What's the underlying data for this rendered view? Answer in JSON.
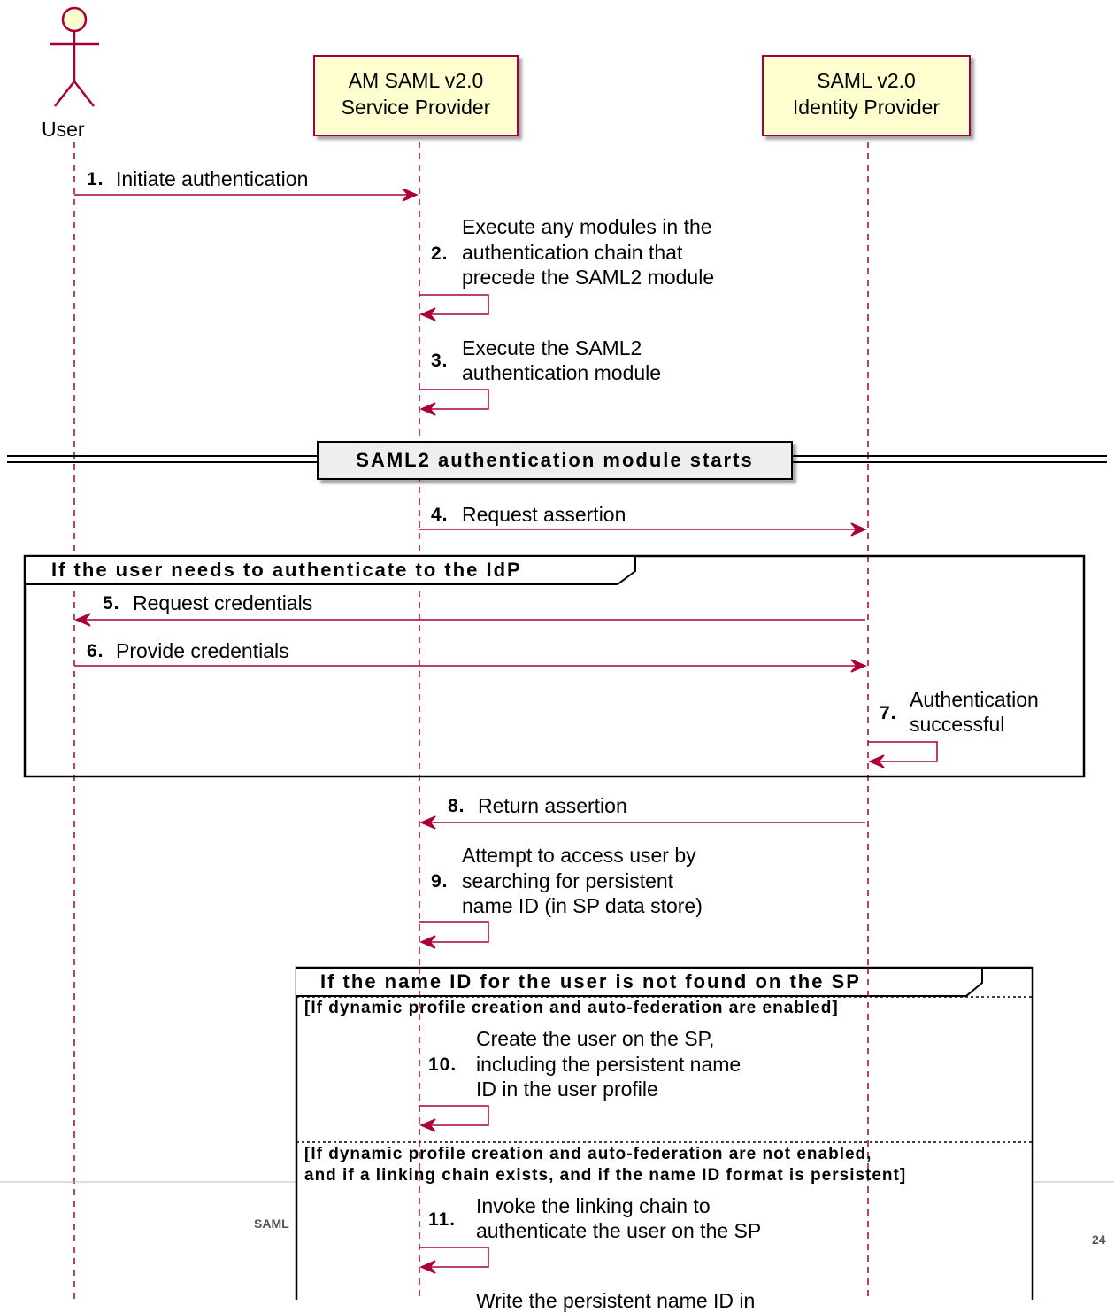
{
  "participants": {
    "user": "User",
    "sp": [
      "AM SAML v2.0",
      "Service Provider"
    ],
    "idp": [
      "SAML v2.0",
      "Identity Provider"
    ]
  },
  "messages": [
    {
      "num": "1.",
      "lines": [
        "Initiate authentication"
      ]
    },
    {
      "num": "2.",
      "lines": [
        "Execute any modules in the",
        "authentication chain that",
        "precede the SAML2 module"
      ]
    },
    {
      "num": "3.",
      "lines": [
        "Execute the SAML2",
        "authentication module"
      ]
    },
    {
      "num": "4.",
      "lines": [
        "Request assertion"
      ]
    },
    {
      "num": "5.",
      "lines": [
        "Request credentials"
      ]
    },
    {
      "num": "6.",
      "lines": [
        "Provide credentials"
      ]
    },
    {
      "num": "7.",
      "lines": [
        "Authentication",
        "successful"
      ]
    },
    {
      "num": "8.",
      "lines": [
        "Return assertion"
      ]
    },
    {
      "num": "9.",
      "lines": [
        "Attempt to access user by",
        "searching for persistent",
        "name ID (in SP data store)"
      ]
    },
    {
      "num": "10.",
      "lines": [
        "Create the user on the SP,",
        "including the persistent name",
        "ID in the user profile"
      ]
    },
    {
      "num": "11.",
      "lines": [
        "Invoke the linking chain to",
        "authenticate the user on the SP"
      ]
    },
    {
      "num": "",
      "lines": [
        "Write the persistent name ID in"
      ]
    }
  ],
  "divider": "SAML2 authentication module starts",
  "frames": {
    "idp_auth": {
      "title": "If the user needs to authenticate to the IdP"
    },
    "name_id": {
      "title": "If the name ID for the user is not found on the SP",
      "guard1": "[If dynamic profile creation and auto-federation are enabled]",
      "guard2": [
        "[If dynamic profile creation and auto-federation are not enabled,",
        "and if a linking chain exists, and if the name ID format is persistent]"
      ]
    }
  },
  "footer": {
    "left": "SAML",
    "page": "24"
  },
  "colors": {
    "arrow": "#A80036",
    "participant_fill": "#FEFECE",
    "divider_fill": "#EEEEEE"
  }
}
